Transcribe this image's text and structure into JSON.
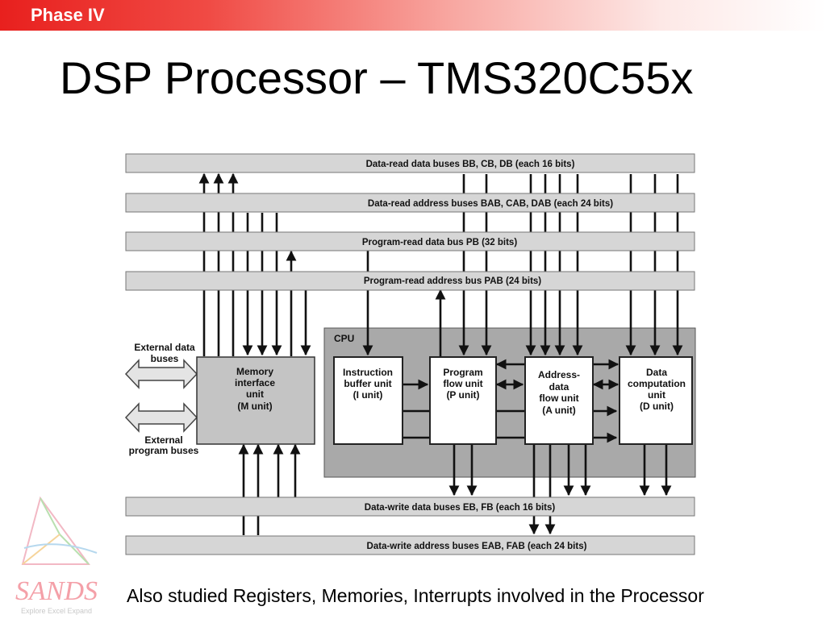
{
  "header": {
    "phase": "Phase IV"
  },
  "title": "DSP Processor – TMS320C55x",
  "diagram": {
    "buses": {
      "b1": "Data-read data buses BB, CB, DB (each 16 bits)",
      "b2": "Data-read address buses BAB, CAB, DAB (each 24 bits)",
      "b3": "Program-read data bus PB (32 bits)",
      "b4": "Program-read address bus PAB (24 bits)",
      "b5": "Data-write data buses EB, FB (each 16 bits)",
      "b6": "Data-write address buses EAB, FAB (each 24 bits)"
    },
    "cpu_label": "CPU",
    "external_data": [
      "External data",
      "buses"
    ],
    "external_program": [
      "External",
      "program buses"
    ],
    "units": {
      "m": [
        "Memory",
        "interface",
        "unit",
        "(M unit)"
      ],
      "i": [
        "Instruction",
        "buffer unit",
        "(I unit)"
      ],
      "p": [
        "Program",
        "flow unit",
        "(P unit)"
      ],
      "a": [
        "Address-",
        "data",
        "flow unit",
        "(A unit)"
      ],
      "d": [
        "Data",
        "computation",
        "unit",
        "(D unit)"
      ]
    }
  },
  "caption": "Also studied Registers, Memories, Interrupts involved in the Processor",
  "logo": {
    "text": "SANDS",
    "tagline": "Explore Excel Expand"
  }
}
